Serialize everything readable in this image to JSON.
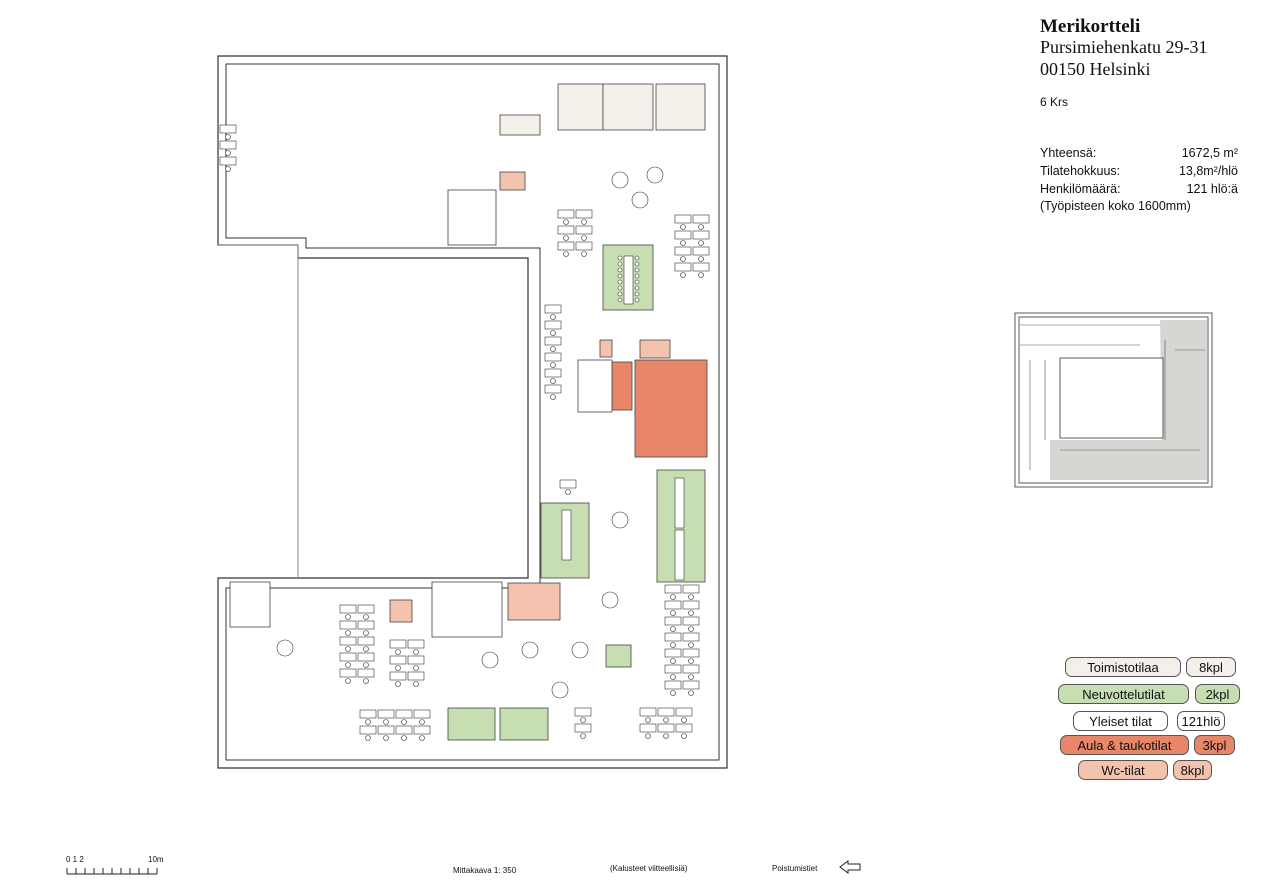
{
  "header": {
    "title": "Merikortteli",
    "street": "Pursimiehenkatu 29-31",
    "city": "00150 Helsinki",
    "floor": "6 Krs"
  },
  "stats": [
    {
      "label": "Yhteensä:",
      "value": "1672,5 m²"
    },
    {
      "label": "Tilatehokkuus:",
      "value": "13,8m²/hlö"
    },
    {
      "label": "Henkilömäärä:",
      "value": "121 hlö:ä"
    }
  ],
  "note": "(Työpisteen koko 1600mm)",
  "legend": [
    {
      "label": "Toimistotilaa",
      "count": "8kpl",
      "color": "#f3efe9"
    },
    {
      "label": "Neuvottelutilat",
      "count": "2kpl",
      "color": "#c6deb1"
    },
    {
      "label": "Yleiset tilat",
      "count": "121hlö",
      "color": "#ffffff"
    },
    {
      "label": "Aula & taukotilat",
      "count": "3kpl",
      "color": "#e8866a"
    },
    {
      "label": "Wc-tilat",
      "count": "8kpl",
      "color": "#f3c3ae"
    }
  ],
  "footer": {
    "scale_ticks": "0 1 2",
    "scale_end": "10m",
    "scale_text": "Mittakaava 1: 350",
    "furniture_note": "(Kalusteet viitteellisiä)",
    "exits_label": "Poistumistiet"
  }
}
